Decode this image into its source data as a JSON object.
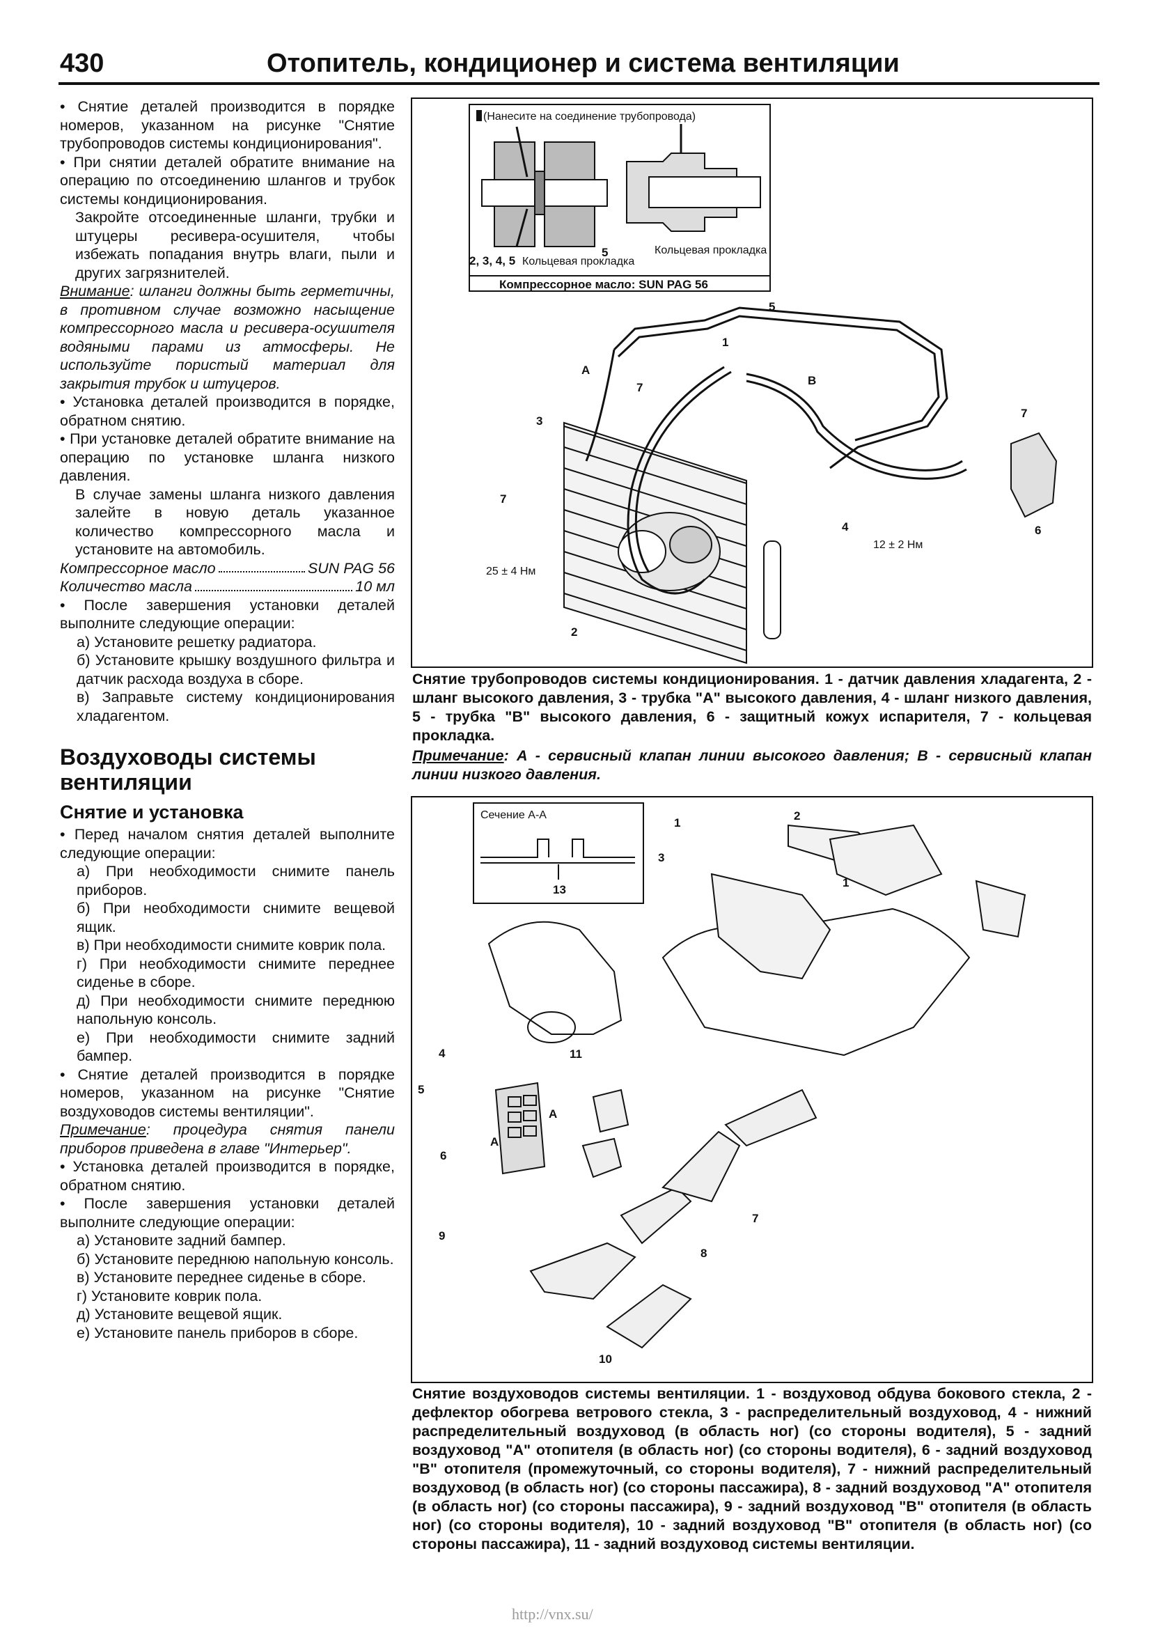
{
  "header": {
    "page_number": "430",
    "title": "Отопитель, кондиционер и система вентиляции"
  },
  "left": {
    "p1": "Снятие деталей производится в порядке номеров, указанном на рисунке \"Снятие трубопроводов системы кондиционирования\".",
    "p2": "При снятии деталей обратите внимание на операцию по отсоединению шлангов и трубок системы кондиционирования.",
    "p3": "Закройте отсоединенные шланги, трубки и штуцеры ресивера-осушителя, чтобы избежать попадания внутрь влаги, пыли и других загрязнителей.",
    "warn_label": "Внимание",
    "warn_text": ": шланги должны быть герметичны, в противном случае возможно насыщение компрессорного масла и ресивера-осушителя водяными парами из атмосферы. Не используйте пористый материал для закрытия трубок и штуцеров.",
    "p4": "Установка деталей производится в порядке, обратном снятию.",
    "p5": "При установке деталей обратите внимание на операцию по установке шланга низкого давления.",
    "p6": "В случае замены шланга низкого давления залейте в новую деталь указанное количество компрессорного масла и установите на автомобиль.",
    "spec1_label": "Компрессорное масло",
    "spec1_value": "SUN PAG 56",
    "spec2_label": "Количество масла",
    "spec2_value": "10 мл",
    "p7": "После завершения установки деталей выполните следующие операции:",
    "p7a": "а) Установите решетку радиатора.",
    "p7b": "б) Установите крышку воздушного фильтра и датчик расхода воздуха в сборе.",
    "p7c": "в) Заправьте систему кондиционирования хладагентом.",
    "section_title": "Воздуховоды системы вентиляции",
    "subsection_title": "Снятие и установка",
    "p8": "Перед началом снятия деталей выполните следующие операции:",
    "p8a": "а) При необходимости снимите панель приборов.",
    "p8b": "б) При необходимости снимите вещевой ящик.",
    "p8c": "в) При необходимости снимите коврик пола.",
    "p8d": "г) При необходимости снимите переднее сиденье в сборе.",
    "p8e": "д) При необходимости снимите переднюю напольную консоль.",
    "p8f": "е) При необходимости снимите задний бампер.",
    "p9": "Снятие деталей производится в порядке номеров, указанном на рисунке \"Снятие воздуховодов системы вентиляции\".",
    "note_label": "Примечание",
    "note_text": ": процедура снятия панели приборов приведена в главе \"Интерьер\".",
    "p10": "Установка деталей производится в порядке, обратном снятию.",
    "p11": "После завершения установки деталей выполните следующие операции:",
    "p11a": "а) Установите задний бампер.",
    "p11b": "б) Установите переднюю напольную консоль.",
    "p11c": "в) Установите переднее сиденье в сборе.",
    "p11d": "г) Установите коврик пола.",
    "p11e": "д) Установите вещевой ящик.",
    "p11f": "е) Установите панель приборов в сборе."
  },
  "fig1": {
    "inset_note": "(Нанесите на соединение трубопровода)",
    "inset_parts": "2, 3, 4, 5",
    "inset_oring_left": "Кольцевая прокладка",
    "inset_five": "5",
    "inset_oring_right": "Кольцевая прокладка",
    "inset_oil": "Компрессорное масло: SUN PAG 56",
    "lbl_1": "1",
    "lbl_2": "2",
    "lbl_3": "3",
    "lbl_4": "4",
    "lbl_5": "5",
    "lbl_6": "6",
    "lbl_a": "A",
    "lbl_b": "B",
    "lbl_7a": "7",
    "lbl_7b": "7",
    "lbl_7c": "7",
    "torque_1": "25 ± 4 Нм",
    "torque_2": "12 ± 2 Нм",
    "caption": "Снятие трубопроводов системы кондиционирования. 1 - датчик давления хладагента, 2 - шланг высокого давления, 3 - трубка \"А\" высокого давления, 4 - шланг низкого давления, 5 - трубка \"В\" высокого давления, 6 - защитный кожух испарителя, 7 - кольцевая прокладка.",
    "note_label": "Примечание",
    "note_text": ": А - сервисный клапан линии высокого давления; В - сервисный клапан линии низкого давления."
  },
  "fig2": {
    "section_label": "Сечение А-А",
    "lbl_13": "13",
    "lbl_1a": "1",
    "lbl_1b": "1",
    "lbl_2": "2",
    "lbl_3": "3",
    "lbl_4": "4",
    "lbl_5": "5",
    "lbl_6": "6",
    "lbl_7": "7",
    "lbl_8": "8",
    "lbl_9": "9",
    "lbl_10": "10",
    "lbl_11": "11",
    "lbl_a1": "A",
    "lbl_a2": "A",
    "caption": "Снятие воздуховодов системы вентиляции. 1 - воздуховод обдува бокового стекла, 2 - дефлектор обогрева ветрового стекла, 3 - распределительный воздуховод, 4 - нижний распределительный воздуховод (в область ног) (со стороны водителя), 5 - задний воздуховод \"А\" отопителя (в область ног) (со стороны водителя), 6 - задний воздуховод \"В\" отопителя (промежуточный, со стороны водителя), 7 - нижний распределительный воздуховод (в область ног) (со стороны пассажира), 8 - задний воздуховод \"А\" отопителя (в область ног) (со стороны пассажира), 9 - задний воздуховод \"В\" отопителя (в область ног) (со стороны водителя), 10 - задний воздуховод \"В\" отопителя (в область ног) (со стороны пассажира), 11 - задний воздуховод системы вентиляции."
  },
  "footer": {
    "url": "http://vnx.su/"
  }
}
